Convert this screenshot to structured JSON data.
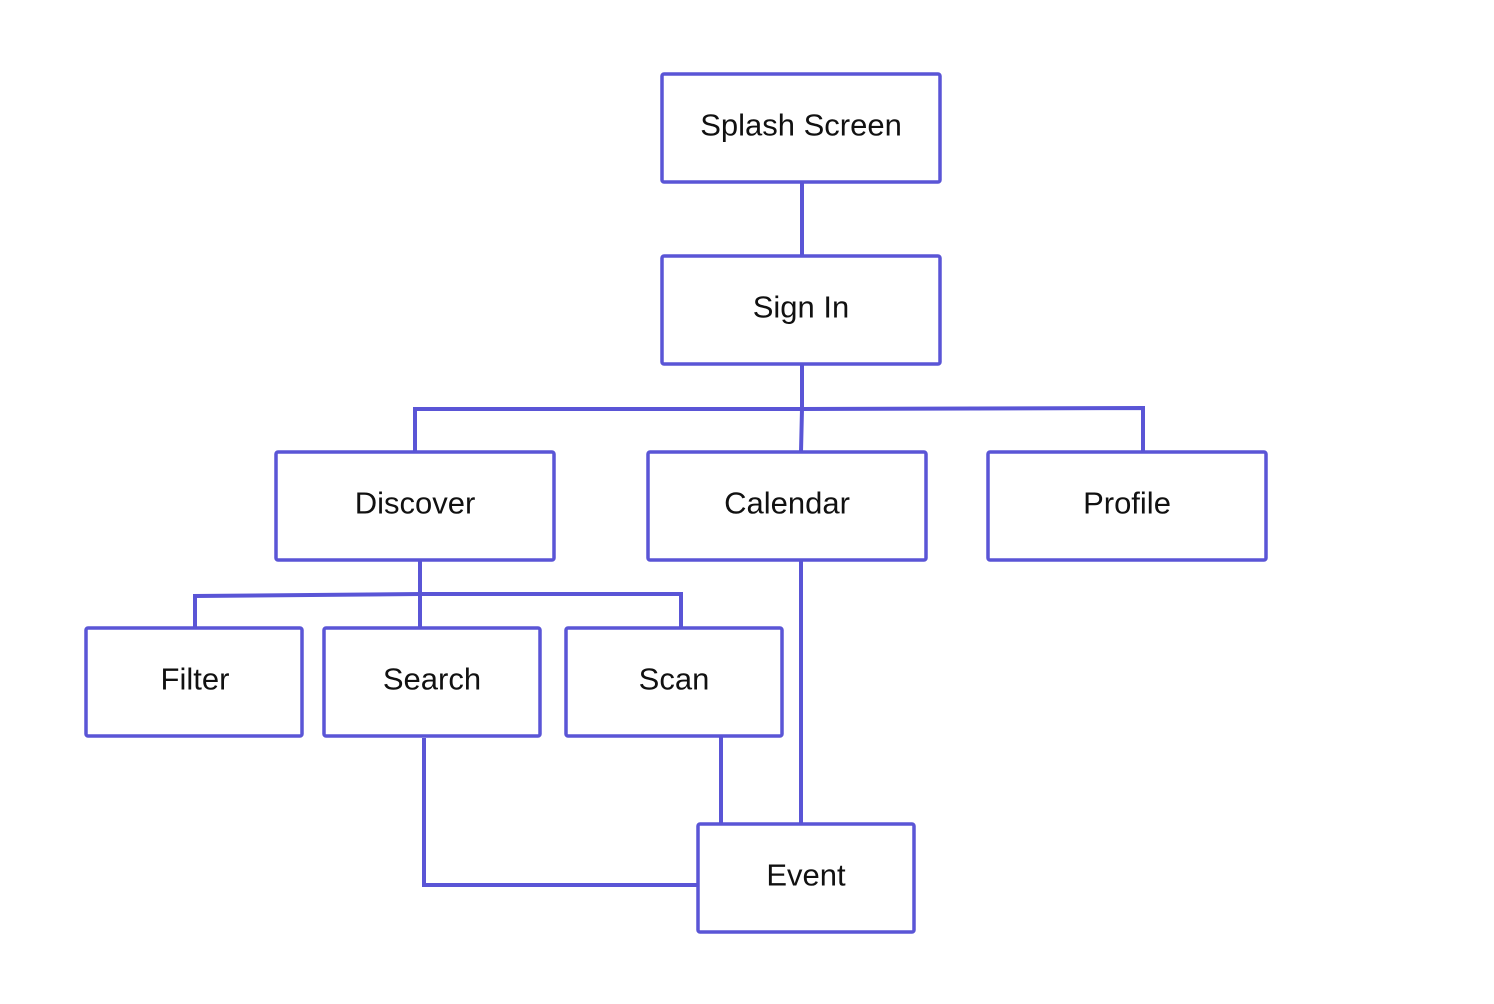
{
  "style": {
    "accent": "#5a55d6",
    "background": "#ffffff",
    "text": "#111111"
  },
  "nodes": {
    "splash": "Splash Screen",
    "signin": "Sign In",
    "discover": "Discover",
    "calendar": "Calendar",
    "profile": "Profile",
    "filter": "Filter",
    "search": "Search",
    "scan": "Scan",
    "event": "Event"
  },
  "edges": [
    [
      "splash",
      "signin"
    ],
    [
      "signin",
      "discover"
    ],
    [
      "signin",
      "calendar"
    ],
    [
      "signin",
      "profile"
    ],
    [
      "discover",
      "filter"
    ],
    [
      "discover",
      "search"
    ],
    [
      "discover",
      "scan"
    ],
    [
      "calendar",
      "event"
    ],
    [
      "search",
      "event"
    ],
    [
      "scan",
      "event"
    ]
  ]
}
